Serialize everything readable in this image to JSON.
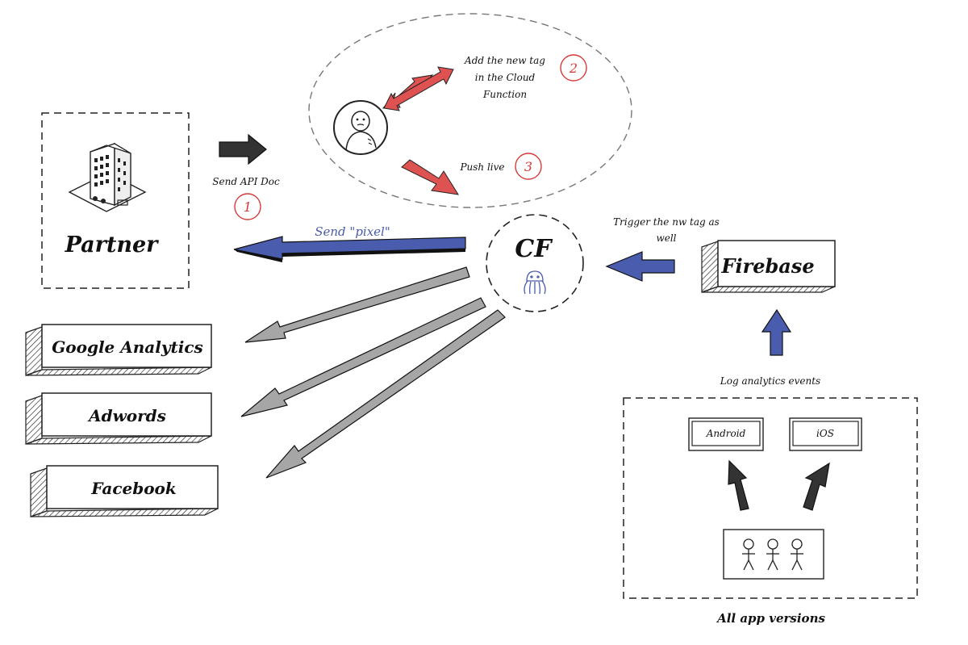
{
  "partner": {
    "label": "Partner"
  },
  "destinations": [
    {
      "label": "Google Analytics"
    },
    {
      "label": "Adwords"
    },
    {
      "label": "Facebook"
    }
  ],
  "cloud_function": {
    "label": "CF"
  },
  "firebase": {
    "label": "Firebase"
  },
  "steps": [
    {
      "number": "1",
      "label": "Send API Doc"
    },
    {
      "number": "2",
      "label_lines": [
        "Add the new tag",
        "in the Cloud",
        "Function"
      ]
    },
    {
      "number": "3",
      "label": "Push live"
    }
  ],
  "send_pixel": {
    "label": "Send \"pixel\""
  },
  "trigger": {
    "label_lines": [
      "Trigger the nw tag as",
      "well"
    ]
  },
  "log_events": {
    "label": "Log analytics events"
  },
  "app_versions": {
    "platforms": [
      {
        "label": "Android"
      },
      {
        "label": "iOS"
      }
    ],
    "caption": "All app versions"
  },
  "colors": {
    "blue": "#4a5cad",
    "red": "#de5252",
    "gray": "#a6a6a6",
    "dark": "#333333",
    "num_red": "#d63838"
  },
  "icons": [
    "building-icon",
    "person-icon",
    "octopus-icon",
    "users-icon"
  ]
}
